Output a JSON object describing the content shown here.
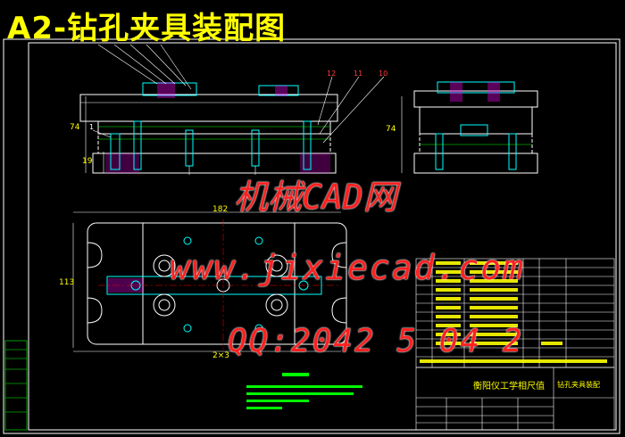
{
  "title": "A2-钻孔夹具装配图",
  "watermark": {
    "line1": "机械CAD网",
    "line2": "www.jixiecad.com",
    "line3": "QQ:2042 5 04 2"
  },
  "dimensions": {
    "front_height": "74",
    "front_sub": "19",
    "side_height": "74",
    "plan_width": "182",
    "plan_height": "113",
    "plan_bottom": "2×3"
  },
  "callouts": [
    "1",
    "12",
    "11",
    "10"
  ],
  "title_block": {
    "school": "衡阳仪工学相尺值",
    "drawing_name": "钻孔夹具装配"
  },
  "colors": {
    "outline": "#ffffff",
    "part": "#00ffff",
    "yellow": "#ffff00",
    "green": "#00ff00",
    "red": "#ff2020",
    "magenta": "#ff00ff"
  }
}
